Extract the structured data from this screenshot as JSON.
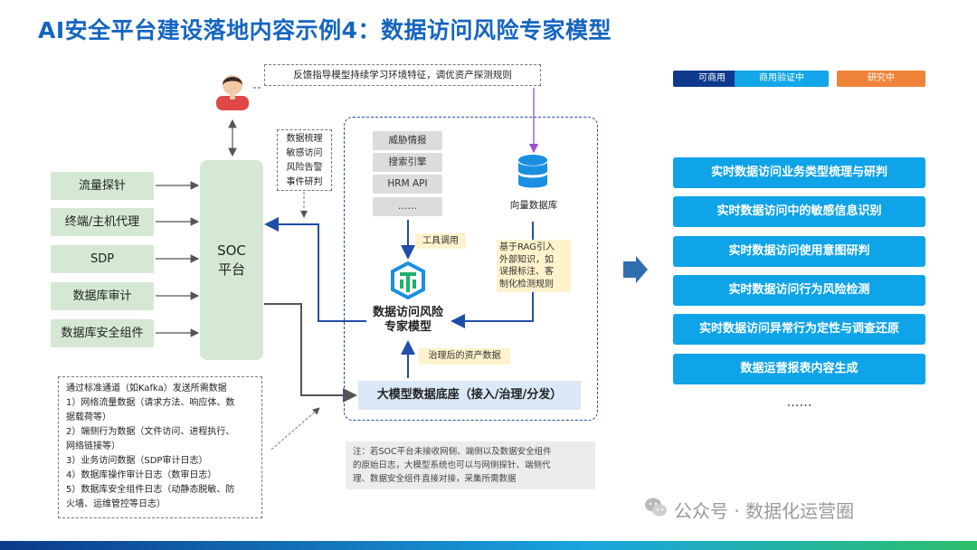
{
  "title": "AI安全平台建设落地内容示例4：数据访问风险专家模型",
  "legend": [
    {
      "label": "可商用",
      "color": "#0d3a8c"
    },
    {
      "label": "商用验证中",
      "color": "#13a6e8"
    },
    {
      "label": "研究中",
      "color": "#f0833a"
    }
  ],
  "feedback_note": "反馈指导模型持续学习环境特征，调优资产探测规则",
  "sources": [
    "流量探针",
    "终端/主机代理",
    "SDP",
    "数据库审计",
    "数据库安全组件"
  ],
  "soc": {
    "line1": "SOC",
    "line2": "平台"
  },
  "tasks": [
    "数据梳理",
    "敏感访问",
    "风险告警",
    "事件研判"
  ],
  "tools": [
    "威胁情报",
    "搜索引擎",
    "HRM API",
    "……"
  ],
  "vector_db": "向量数据库",
  "tool_call_label": "工具调用",
  "rag_note": [
    "基于RAG引入",
    "外部知识，如",
    "误报标注、客",
    "制化检测规则"
  ],
  "expert_model": {
    "line1": "数据访问风险",
    "line2": "专家模型"
  },
  "governed_data_label": "治理后的资产数据",
  "base_platform": "大模型数据底座（接入/治理/分发）",
  "channel_note": {
    "heading": "通过标准通道（如Kafka）发送所需数据",
    "lines": [
      "1）网络流量数据（请求方法、响应体、数",
      "据载荷等）",
      "2）端侧行为数据（文件访问、进程执行、",
      "网络链接等）",
      "3）业务访问数据（SDP审计日志）",
      "4）数据库操作审计日志（数审日志）",
      "5）数据库安全组件日志（动静态脱敏、防",
      "火墙、运维管控等日志）"
    ]
  },
  "footnote": [
    "注：若SOC平台未接收网侧、端侧以及数据安全组件",
    "的原始日志，大模型系统也可以与网侧探针、端侧代",
    "理、数据安全组件直接对接，采集所需数据"
  ],
  "capabilities": [
    "实时数据访问业务类型梳理与研判",
    "实时数据访问中的敏感信息识别",
    "实时数据访问使用意图研判",
    "实时数据访问行为风险检测",
    "实时数据访问异常行为定性与调查还原",
    "数据运营报表内容生成"
  ],
  "ellipsis": "……",
  "watermark": "公众号 · 数据化运营圈"
}
